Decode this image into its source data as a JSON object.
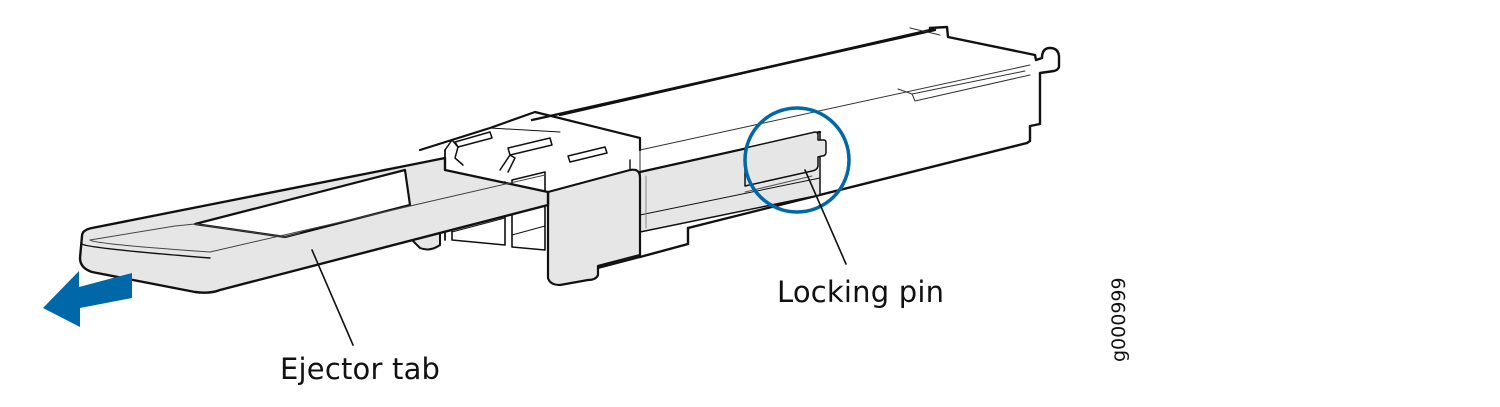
{
  "figure": {
    "callouts": {
      "ejector_tab": "Ejector tab",
      "locking_pin": "Locking pin"
    },
    "figure_id": "g000999",
    "icons": {
      "direction_arrow": "arrow-left-pull-icon",
      "highlight": "circle-highlight-icon"
    },
    "colors": {
      "accent": "#0067a8",
      "fill_gray": "#e6e6e6",
      "line": "#111111"
    }
  }
}
